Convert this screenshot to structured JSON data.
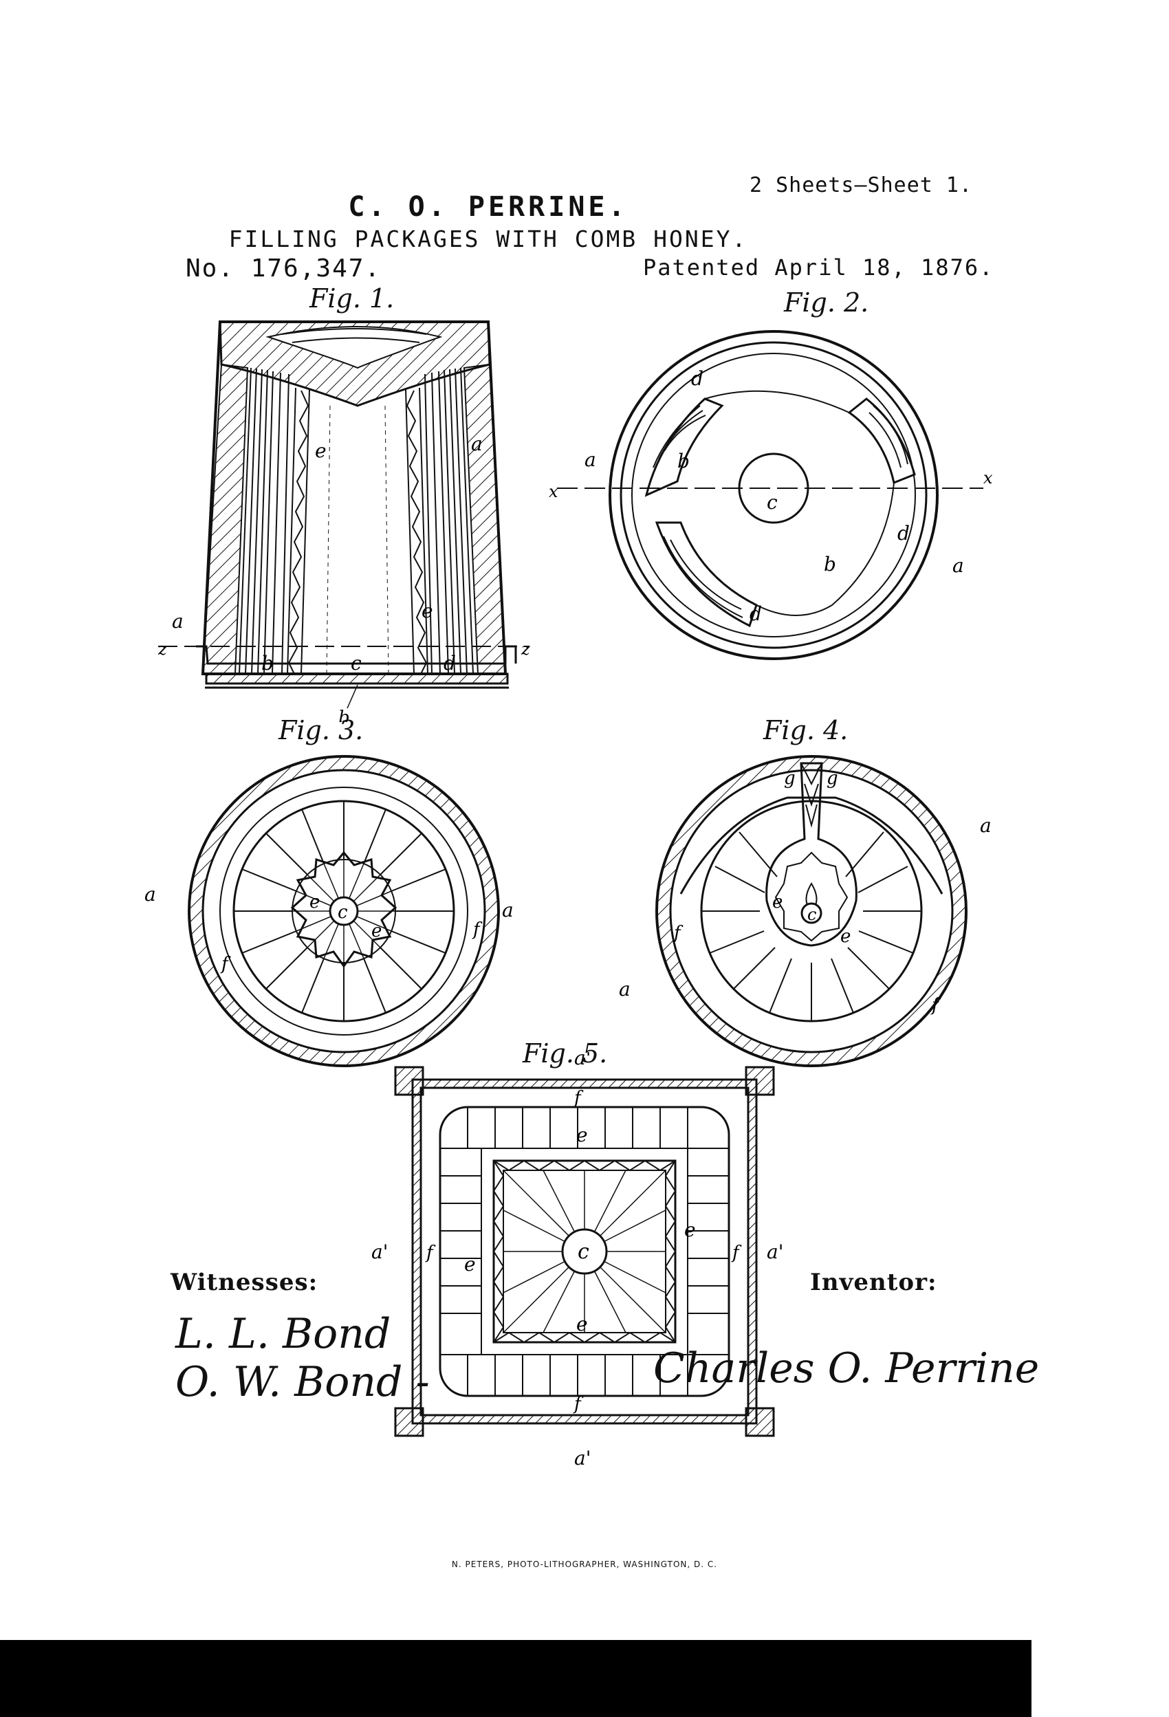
{
  "header": {
    "sheet_info": "2 Sheets—Sheet 1.",
    "inventor": "C. O. PERRINE.",
    "title": "FILLING PACKAGES WITH COMB HONEY.",
    "number": "No. 176,347.",
    "date": "Patented April 18, 1876."
  },
  "figures": {
    "fig1": "Fig. 1.",
    "fig2": "Fig. 2.",
    "fig3": "Fig. 3.",
    "fig4": "Fig. 4.",
    "fig5": "Fig. 5."
  },
  "letters": {
    "a": "a",
    "a_prime": "a'",
    "b": "b",
    "c": "c",
    "d": "d",
    "e": "e",
    "f": "f",
    "g": "g",
    "x": "x",
    "z": "z"
  },
  "footer": {
    "witnesses_label": "Witnesses:",
    "inventor_label": "Inventor:",
    "witness_1": "L. L. Bond",
    "witness_2": "O. W. Bond -",
    "inventor_signature": "Charles O. Perrine",
    "printer_credit": "N. PETERS, PHOTO-LITHOGRAPHER, WASHINGTON, D. C."
  }
}
